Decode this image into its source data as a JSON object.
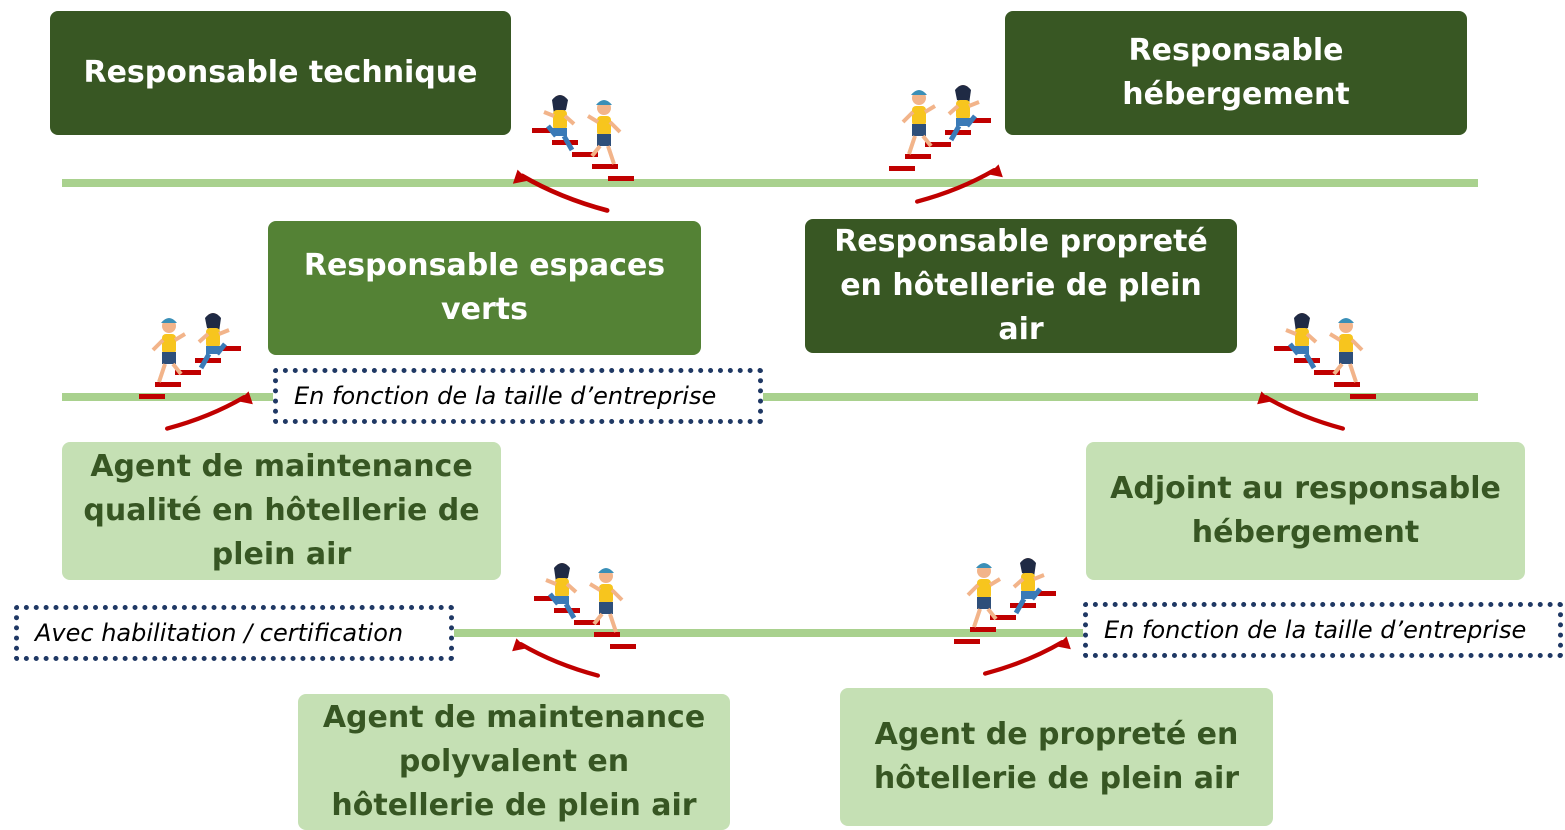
{
  "colors": {
    "dark": "#385723",
    "mid": "#548235",
    "light": "#c5e0b4",
    "line": "#a9d18e",
    "arrow": "#c00000",
    "note_border": "#1f3864"
  },
  "boxes": {
    "responsable_technique": "Responsable technique",
    "responsable_hebergement": "Responsable hébergement",
    "responsable_espaces_verts": "Responsable espaces verts",
    "responsable_proprete": "Responsable propreté en hôtellerie de plein air",
    "agent_maintenance_qualite": "Agent de maintenance qualité en hôtellerie de plein air",
    "adjoint_responsable_hebergement": "Adjoint au responsable hébergement",
    "agent_maintenance_polyvalent": "Agent de maintenance polyvalent en hôtellerie de plein air",
    "agent_proprete": "Agent de propreté en hôtellerie de plein air"
  },
  "notes": {
    "taille_entreprise_1": "En fonction de la taille d’entreprise",
    "habilitation": "Avec habilitation / certification",
    "taille_entreprise_2": "En fonction de la taille d’entreprise"
  },
  "icons": {
    "climber": "climbing-people-icon",
    "arrow": "curved-arrow-icon"
  }
}
